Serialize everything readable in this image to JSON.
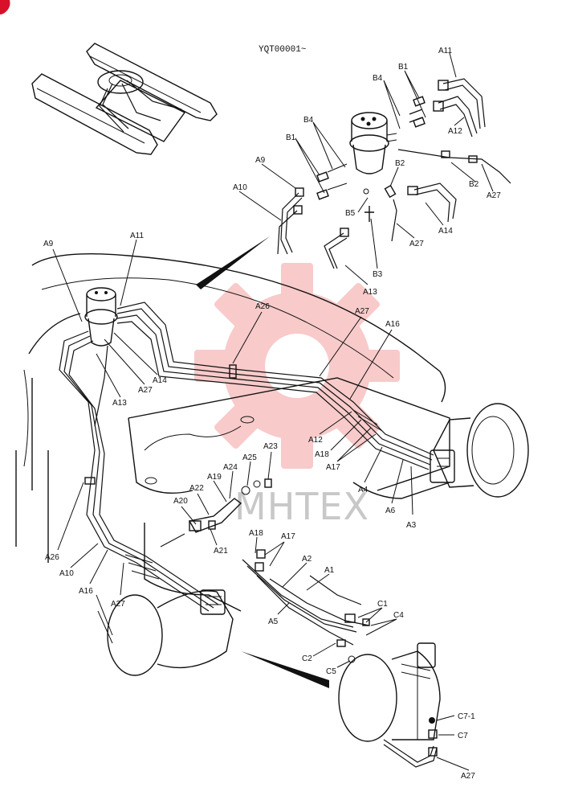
{
  "header": {
    "serial": "YQT00001~"
  },
  "watermark": {
    "text": "MHTEX",
    "color": "#f4a0a0"
  },
  "corner_badge": {
    "color": "#d9102a"
  },
  "callouts": [
    {
      "id": "a11_top",
      "text": "A11"
    },
    {
      "id": "b1_top",
      "text": "B1"
    },
    {
      "id": "b4_top",
      "text": "B4"
    },
    {
      "id": "a12_top",
      "text": "A12"
    },
    {
      "id": "b4_left",
      "text": "B4"
    },
    {
      "id": "b1_left",
      "text": "B1"
    },
    {
      "id": "a9_top",
      "text": "A9"
    },
    {
      "id": "b2",
      "text": "B2"
    },
    {
      "id": "a10_top",
      "text": "A10"
    },
    {
      "id": "b2b",
      "text": "B2"
    },
    {
      "id": "a27_r1",
      "text": "A27"
    },
    {
      "id": "b5",
      "text": "B5"
    },
    {
      "id": "a14_top",
      "text": "A14"
    },
    {
      "id": "a27_r2",
      "text": "A27"
    },
    {
      "id": "b3",
      "text": "B3"
    },
    {
      "id": "a13_top",
      "text": "A13"
    },
    {
      "id": "a9_main",
      "text": "A9"
    },
    {
      "id": "a11_main",
      "text": "A11"
    },
    {
      "id": "a26_top",
      "text": "A26"
    },
    {
      "id": "a27_mid",
      "text": "A27"
    },
    {
      "id": "a16_mid",
      "text": "A16"
    },
    {
      "id": "a13_main",
      "text": "A13"
    },
    {
      "id": "a27_main",
      "text": "A27"
    },
    {
      "id": "a14_main",
      "text": "A14"
    },
    {
      "id": "a12_mid",
      "text": "A12"
    },
    {
      "id": "a18_mid",
      "text": "A18"
    },
    {
      "id": "a17_mid",
      "text": "A17"
    },
    {
      "id": "a4",
      "text": "A4"
    },
    {
      "id": "a6",
      "text": "A6"
    },
    {
      "id": "a3",
      "text": "A3"
    },
    {
      "id": "a25",
      "text": "A25"
    },
    {
      "id": "a23",
      "text": "A23"
    },
    {
      "id": "a24",
      "text": "A24"
    },
    {
      "id": "a19",
      "text": "A19"
    },
    {
      "id": "a22",
      "text": "A22"
    },
    {
      "id": "a20",
      "text": "A20"
    },
    {
      "id": "a21",
      "text": "A21"
    },
    {
      "id": "a26_low",
      "text": "A26"
    },
    {
      "id": "a10_low",
      "text": "A10"
    },
    {
      "id": "a16_low",
      "text": "A16"
    },
    {
      "id": "a27_low",
      "text": "A27"
    },
    {
      "id": "a18_low",
      "text": "A18"
    },
    {
      "id": "a17_low",
      "text": "A17"
    },
    {
      "id": "a2",
      "text": "A2"
    },
    {
      "id": "a1",
      "text": "A1"
    },
    {
      "id": "c1",
      "text": "C1"
    },
    {
      "id": "c4",
      "text": "C4"
    },
    {
      "id": "a5",
      "text": "A5"
    },
    {
      "id": "c2",
      "text": "C2"
    },
    {
      "id": "c5",
      "text": "C5"
    },
    {
      "id": "c7_1",
      "text": "C7-1"
    },
    {
      "id": "c7",
      "text": "C7"
    },
    {
      "id": "a27_bot",
      "text": "A27"
    }
  ]
}
